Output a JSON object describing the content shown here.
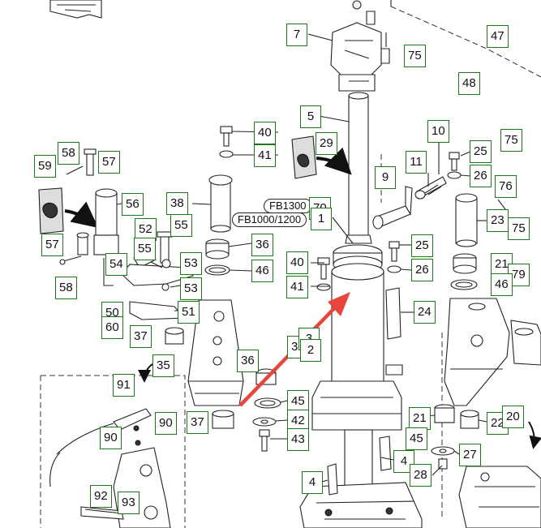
{
  "labels": {
    "l7": "7",
    "l75a": "75",
    "l47": "47",
    "l48": "48",
    "l5": "5",
    "l40a": "40",
    "l41a": "41",
    "l29": "29",
    "l10": "10",
    "l25a": "25",
    "l75b": "75",
    "l26a": "26",
    "l76": "76",
    "l11": "11",
    "l9": "9",
    "l58a": "58",
    "l57a": "57",
    "l59": "59",
    "l56": "56",
    "l38": "38",
    "l70": "70",
    "l1": "1",
    "l23": "23",
    "l75c": "75",
    "l52": "52",
    "l55a": "55",
    "l57b": "57",
    "l55b": "55",
    "l36a": "36",
    "l25b": "25",
    "l54": "54",
    "l53a": "53",
    "l40b": "40",
    "l21a": "21",
    "l79": "79",
    "l58b": "58",
    "l46a": "46",
    "l26b": "26",
    "l46b": "46",
    "l41b": "41",
    "l53b": "53",
    "l24": "24",
    "l50": "50",
    "l51": "51",
    "l60": "60",
    "l37a": "37",
    "l39": "39",
    "l3": "3",
    "l2": "2",
    "l35": "35",
    "l36b": "36",
    "l91": "91",
    "l45a": "45",
    "l90a": "90",
    "l37b": "37",
    "l42": "42",
    "l21b": "21",
    "l22": "22",
    "l20": "20",
    "l90b": "90",
    "l43": "43",
    "l45b": "45",
    "l27": "27",
    "l4a": "4",
    "l28": "28",
    "l4b": "4",
    "l92": "92",
    "l93": "93"
  },
  "models": {
    "fb1300": "FB1300",
    "fb1000_1200": "FB1000/1200"
  },
  "colors": {
    "label_border": "#1a7a1a",
    "callout_arrow": "#e8453c",
    "linework": "#222222"
  }
}
